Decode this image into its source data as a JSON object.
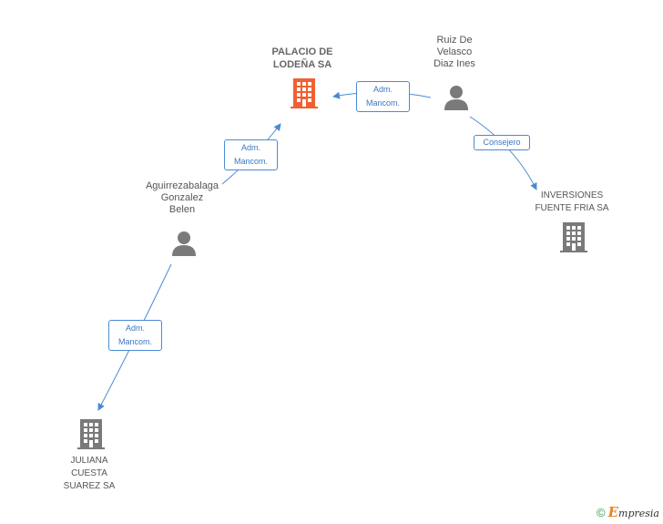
{
  "nodes": {
    "palacio": {
      "lines": [
        "PALACIO DE",
        "LODEÑA SA"
      ],
      "type": "company",
      "color": "#f06030"
    },
    "ruiz": {
      "lines": [
        "Ruiz De",
        "Velasco",
        "Diaz Ines"
      ],
      "type": "person"
    },
    "aguirre": {
      "lines": [
        "Aguirrezabalaga",
        "Gonzalez",
        "Belen"
      ],
      "type": "person"
    },
    "inversiones": {
      "lines": [
        "INVERSIONES",
        "FUENTE FRIA SA"
      ],
      "type": "company"
    },
    "juliana": {
      "lines": [
        "JULIANA",
        "CUESTA",
        "SUAREZ SA"
      ],
      "type": "company"
    }
  },
  "edges": {
    "ruiz_palacio": {
      "lines": [
        "Adm.",
        "Mancom."
      ]
    },
    "aguirre_palacio": {
      "lines": [
        "Adm.",
        "Mancom."
      ]
    },
    "ruiz_inversiones": {
      "lines": [
        "Consejero"
      ]
    },
    "aguirre_juliana": {
      "lines": [
        "Adm.",
        "Mancom."
      ]
    }
  },
  "colors": {
    "edge": "#4a8ad4",
    "icon": "#7a7a7a",
    "highlight": "#f06030"
  },
  "watermark": {
    "symbol": "©",
    "brand_initial": "E",
    "brand_rest": "mpresia"
  }
}
